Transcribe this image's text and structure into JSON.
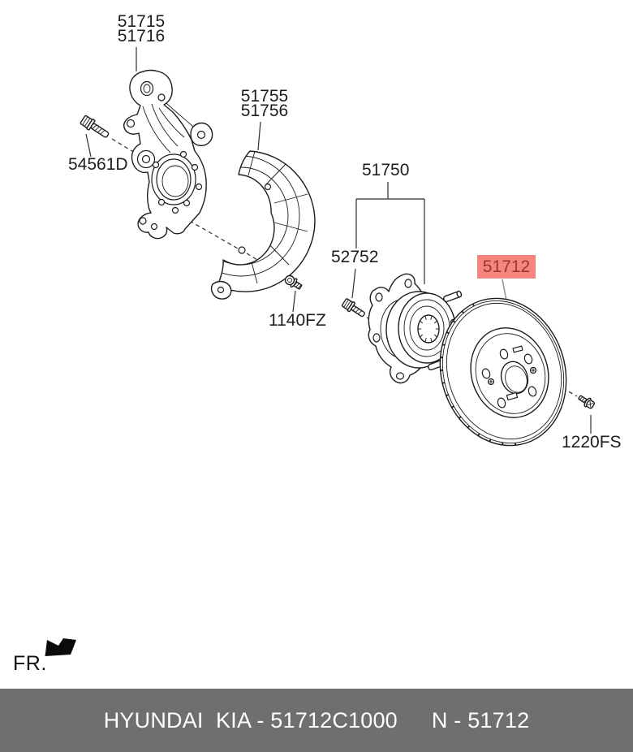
{
  "diagram": {
    "labels": {
      "knuckle": {
        "lines": [
          "51715",
          "51716"
        ]
      },
      "knuckle_bolt": {
        "text": "54561D"
      },
      "dust_shield": {
        "lines": [
          "51755",
          "51756"
        ]
      },
      "hub_assembly": {
        "text": "51750"
      },
      "hub_bolt": {
        "text": "52752"
      },
      "shield_screw": {
        "text": "1140FZ"
      },
      "brake_disc": {
        "text": "51712"
      },
      "disc_screw": {
        "text": "1220FS"
      }
    },
    "highlight": {
      "background": "#f4867e",
      "text_color": "#9c362e"
    },
    "fr_label": "FR.",
    "line_color": "#1c1c1c"
  },
  "footer": {
    "left_text": "HYUNDAI  KIA - 51712C1000",
    "right_text": "N - 51712",
    "background": "#706e6f",
    "text_color": "#ffffff"
  }
}
